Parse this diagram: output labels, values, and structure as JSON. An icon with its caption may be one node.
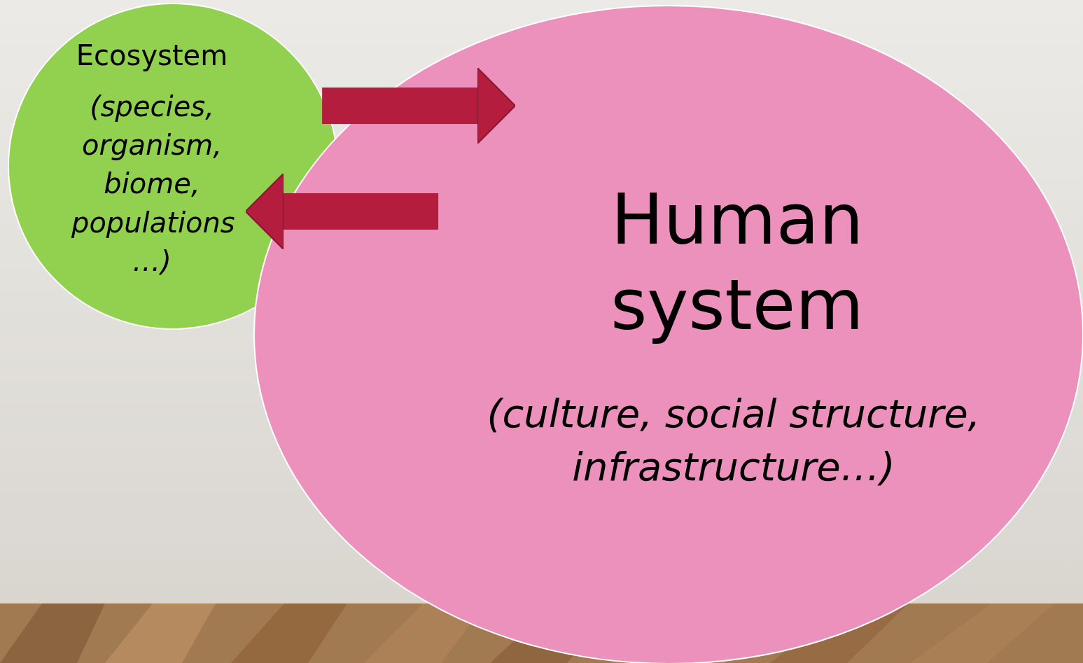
{
  "diagram": {
    "nodes": [
      {
        "text": [
          "Ecosystem",
          "(species, organism, biome, populations …)"
        ]
      },
      {
        "text": [
          "Human system",
          "(culture, social structure, infrastructure…)"
        ]
      }
    ],
    "edges": [
      {
        "from": 0,
        "to": 1,
        "arrow": "to"
      },
      {
        "from": 1,
        "to": 0,
        "arrow": "to"
      }
    ]
  }
}
